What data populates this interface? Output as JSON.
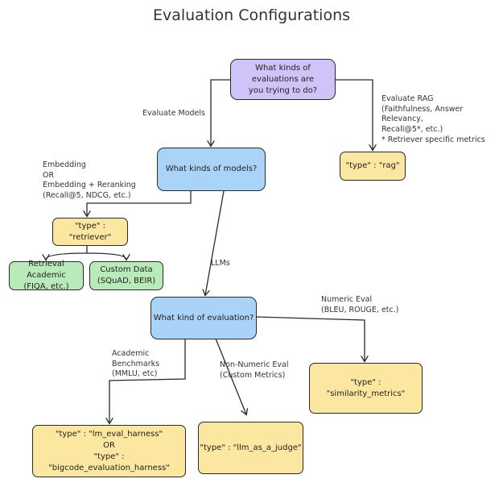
{
  "title": "Evaluation Configurations",
  "nodes": {
    "q_evaluations": "What kinds of evaluations are\nyou trying to do?",
    "q_models": "What kinds of models?",
    "q_evaluation": "What kind of evaluation?",
    "type_rag": "\"type\" : \"rag\"",
    "type_retriever": "\"type\" : \"retriever\"",
    "retrieval_academic": "Retrieval Academic\n(FIQA, etc.)",
    "custom_data": "Custom Data\n(SQuAD, BEIR)",
    "type_similarity": "\"type\" : \"similarity_metrics\"",
    "type_lm_eval": "\"type\" : \"lm_eval_harness\"\nOR\n\"type\" : \"bigcode_evaluation_harness\"",
    "type_llm_judge": "\"type\" : \"llm_as_a_judge\""
  },
  "labels": {
    "evaluate_models": "Evaluate Models",
    "evaluate_rag": "Evaluate RAG\n(Faithfulness, Answer Relevancy,\nRecall@5*, etc.)",
    "retriever_note": "* Retriever specific metrics",
    "embedding": "Embedding\nOR\nEmbedding + Reranking\n(Recall@5, NDCG, etc.)",
    "llms": "LLMs",
    "numeric_eval": "Numeric Eval\n(BLEU, ROUGE, etc.)",
    "academic_benchmarks": "Academic\nBenchmarks\n(MMLU, etc)",
    "non_numeric_eval": "Non-Numeric Eval\n(Custom Metrics)"
  },
  "colors": {
    "question_purple": "#cfc3f7",
    "question_blue": "#a9d3f7",
    "result_yellow": "#fbe7a0",
    "dataset_green": "#b8ebb9",
    "line": "#2a2a2a"
  }
}
